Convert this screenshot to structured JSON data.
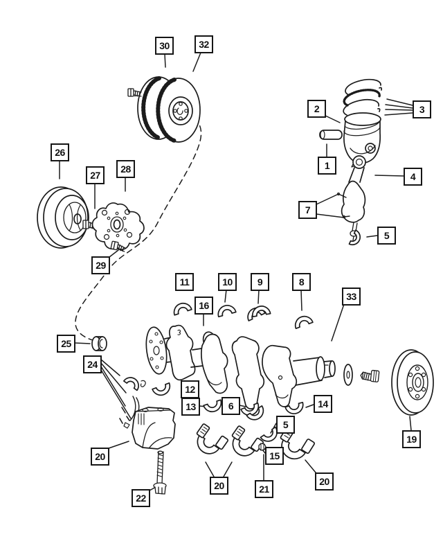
{
  "diagram": {
    "type": "exploded-parts-diagram",
    "subject": "engine crankshaft, flywheel, piston and bearings line drawing",
    "colors": {
      "background": "#ffffff",
      "line": "#1b1b1b",
      "callout_border": "#151515"
    }
  },
  "callouts": [
    {
      "label": "30"
    },
    {
      "label": "32"
    },
    {
      "label": "2"
    },
    {
      "label": "3"
    },
    {
      "label": "1"
    },
    {
      "label": "4"
    },
    {
      "label": "7"
    },
    {
      "label": "5"
    },
    {
      "label": "26"
    },
    {
      "label": "27"
    },
    {
      "label": "28"
    },
    {
      "label": "29"
    },
    {
      "label": "11"
    },
    {
      "label": "10"
    },
    {
      "label": "9"
    },
    {
      "label": "8"
    },
    {
      "label": "16"
    },
    {
      "label": "33"
    },
    {
      "label": "25"
    },
    {
      "label": "24"
    },
    {
      "label": "12"
    },
    {
      "label": "13"
    },
    {
      "label": "6"
    },
    {
      "label": "14"
    },
    {
      "label": "5"
    },
    {
      "label": "15"
    },
    {
      "label": "20"
    },
    {
      "label": "22"
    },
    {
      "label": "20"
    },
    {
      "label": "21"
    },
    {
      "label": "20"
    },
    {
      "label": "19"
    }
  ]
}
